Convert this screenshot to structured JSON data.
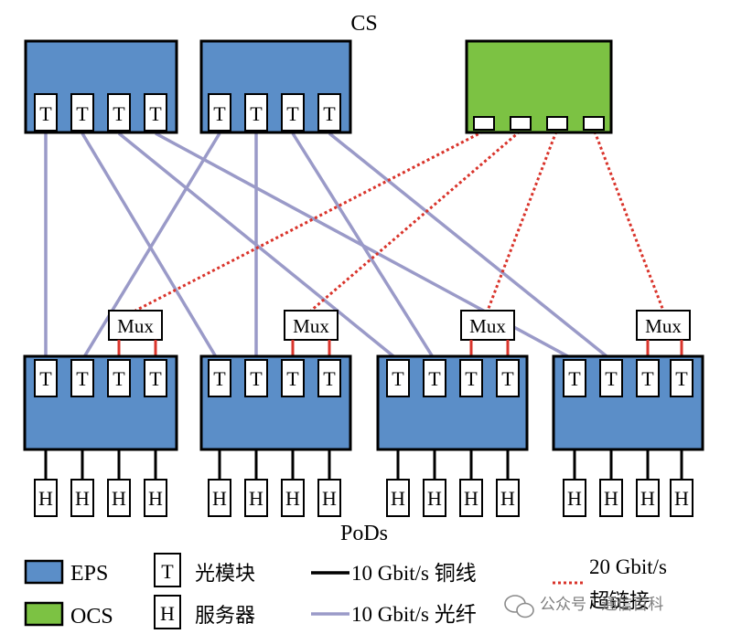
{
  "labels": {
    "top": "CS",
    "bottom": "PoDs",
    "transceiver": "T",
    "server": "H",
    "mux": "Mux"
  },
  "legend": {
    "eps": "EPS",
    "ocs": "OCS",
    "t_symbol": "T",
    "t_desc": "光模块",
    "h_symbol": "H",
    "h_desc": "服务器",
    "copper": "10 Gbit/s 铜线",
    "fiber": "10 Gbit/s 光纤",
    "super_rate": "20 Gbit/s",
    "super_desc": "超链接"
  },
  "watermark": "公众号 · 通信百科",
  "colors": {
    "eps": "#5b8ec8",
    "ocs": "#7cc243",
    "fiber": "#9a9ac8",
    "superlink": "#d9342b",
    "copper": "#000000"
  }
}
